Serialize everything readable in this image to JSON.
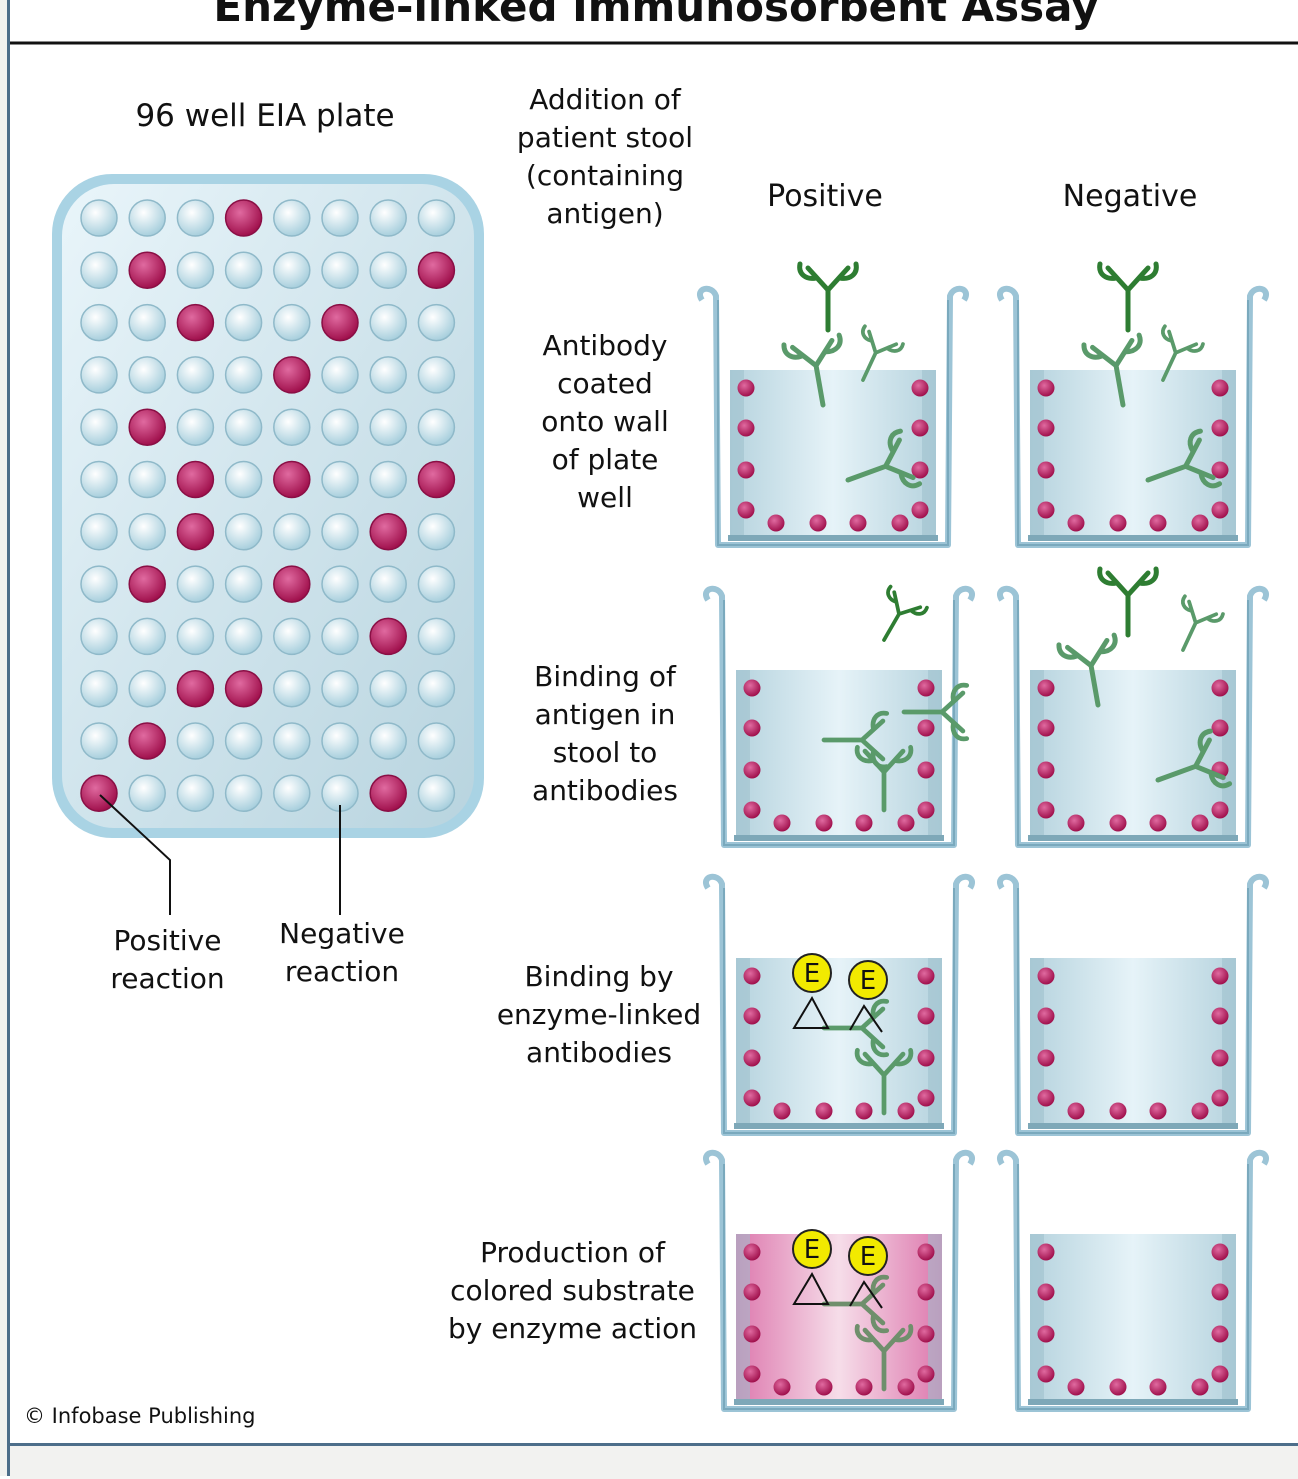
{
  "title": "Enzyme-linked Immunosorbent Assay",
  "plate": {
    "label": "96 well EIA plate",
    "rows": 12,
    "cols": 8,
    "positive_wells": [
      [
        0,
        3
      ],
      [
        1,
        1
      ],
      [
        1,
        7
      ],
      [
        2,
        2
      ],
      [
        2,
        5
      ],
      [
        3,
        4
      ],
      [
        4,
        1
      ],
      [
        5,
        2
      ],
      [
        5,
        4
      ],
      [
        5,
        7
      ],
      [
        6,
        2
      ],
      [
        6,
        6
      ],
      [
        7,
        1
      ],
      [
        7,
        4
      ],
      [
        8,
        6
      ],
      [
        9,
        2
      ],
      [
        9,
        3
      ],
      [
        10,
        1
      ],
      [
        11,
        0
      ],
      [
        11,
        6
      ]
    ],
    "positive_label": "Positive\nreaction",
    "negative_label": "Negative\nreaction"
  },
  "columns": {
    "positive": "Positive",
    "negative": "Negative"
  },
  "steps": [
    {
      "label": "Addition of\npatient stool\n(containing\nantigen)"
    },
    {
      "label": "Antibody\ncoated\nonto wall\nof plate\nwell"
    },
    {
      "label": "Binding of\nantigen in\nstool to\nantibodies"
    },
    {
      "label": "Binding by\nenzyme-linked\nantibodies"
    },
    {
      "label": "Production of\ncolored substrate\nby enzyme action"
    }
  ],
  "enzyme_letter": "E",
  "credit": "© Infobase Publishing",
  "colors": {
    "positive_dot": "#c2185b",
    "well_fill": "#d7ecf3",
    "antibody_dark": "#2e7d32",
    "antibody_light": "#5a9a6a",
    "enzyme": "#f2ea00",
    "substrate": "#e27ab0",
    "border": "#4d6e8a"
  }
}
